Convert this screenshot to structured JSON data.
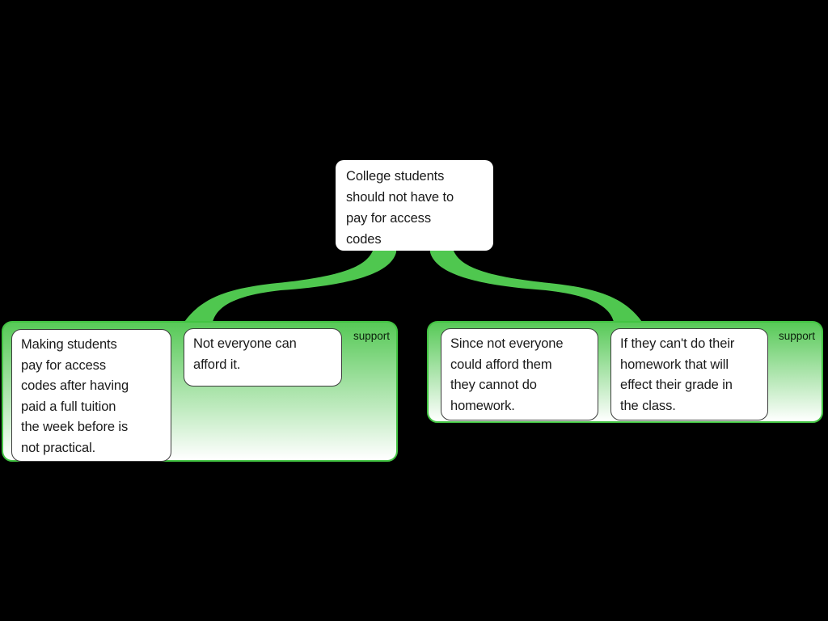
{
  "root_node": {
    "text": "College students\nshould not have to\npay for access\ncodes"
  },
  "groups": [
    {
      "id": "support-group-left",
      "label": "support",
      "nodes": [
        {
          "text": "Making students\npay for access\ncodes after having\npaid a full tuition\nthe week before is\nnot practical."
        },
        {
          "text": "Not everyone can\nafford it."
        }
      ]
    },
    {
      "id": "support-group-right",
      "label": "support",
      "nodes": [
        {
          "text": "Since not everyone\ncould afford them\nthey cannot do\nhomework."
        },
        {
          "text": "If they can't do their\nhomework that will\neffect their grade in\nthe class."
        }
      ]
    }
  ],
  "edges": [
    {
      "from": "root",
      "to": "support-group-left",
      "relation": "support"
    },
    {
      "from": "root",
      "to": "support-group-right",
      "relation": "support"
    }
  ],
  "colors": {
    "background": "#000000",
    "support_green": "#4fc74f",
    "group_border": "#43c443",
    "gradient_top": "#57c957",
    "gradient_bottom": "#ffffff",
    "node_bg": "#ffffff",
    "inner_border": "#3d3d3d",
    "text": "#1a1a1a",
    "label_text": "#0a200a"
  }
}
